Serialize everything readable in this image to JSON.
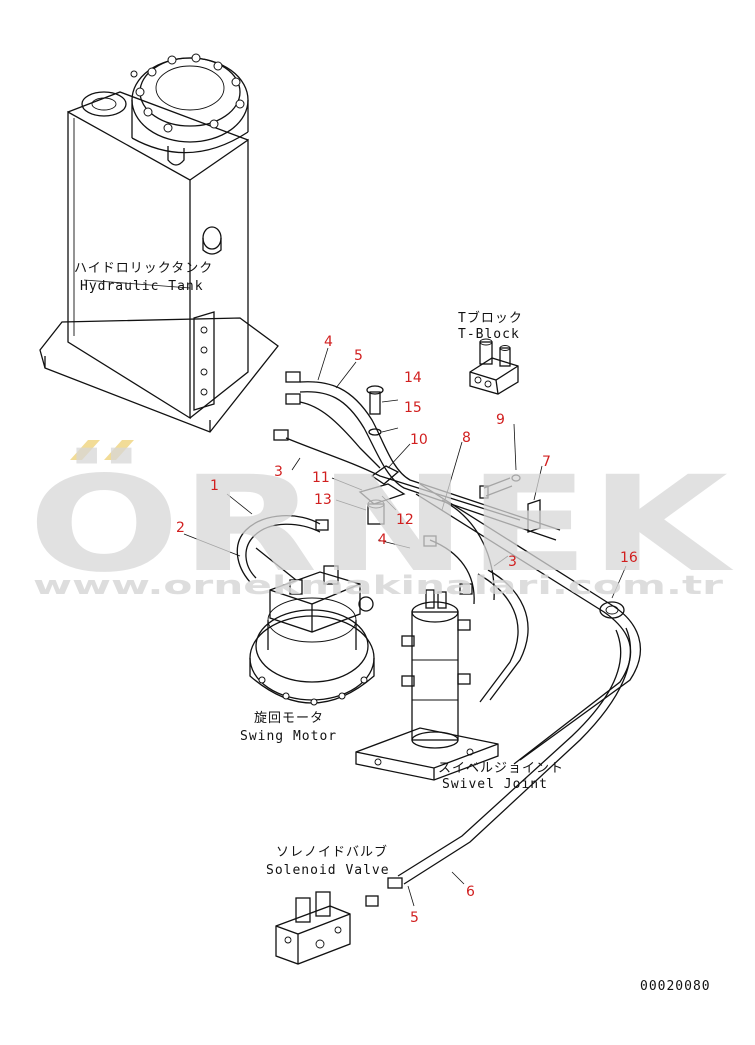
{
  "colors": {
    "line": "#111111",
    "callout": "#d11f1f",
    "watermark": "#d7d7d7",
    "watermark_accent": "#f2dc97"
  },
  "labels": {
    "hydraulic_tank_jp": "ハイドロリックタンク",
    "hydraulic_tank_en": "Hydraulic Tank",
    "t_block_jp": "Tブロック",
    "t_block_en": "T-Block",
    "swing_motor_jp": "旋回モータ",
    "swing_motor_en": "Swing Motor",
    "swivel_joint_jp": "スイベルジョイント",
    "swivel_joint_en": "Swivel Joint",
    "solenoid_valve_jp": "ソレノイドバルブ",
    "solenoid_valve_en": "Solenoid Valve"
  },
  "callouts": [
    "1",
    "2",
    "3",
    "3",
    "4",
    "4",
    "5",
    "5",
    "6",
    "7",
    "8",
    "9",
    "10",
    "11",
    "12",
    "13",
    "14",
    "15",
    "16"
  ],
  "watermark": {
    "brand": "ÖRNEK",
    "url": "www.ornekmakinalari.com.tr"
  },
  "drawing_number": "00020080"
}
